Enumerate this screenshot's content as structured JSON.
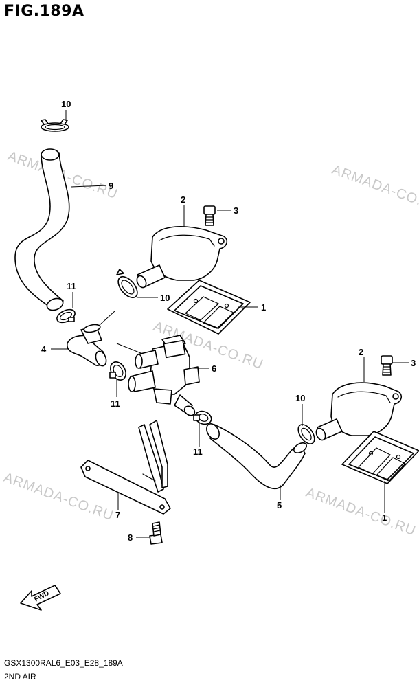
{
  "figure_title": "FIG.189A",
  "footer": {
    "model_code": "GSX1300RAL6_E03_E28_189A",
    "section_name": "2ND AIR"
  },
  "watermark_text": "ARMADA-CO.RU",
  "fwd_label": "FWD",
  "callouts": {
    "c10a": "10",
    "c9": "9",
    "c2a": "2",
    "c3a": "3",
    "c11a": "11",
    "c10b": "10",
    "c1a": "1",
    "c4": "4",
    "c6": "6",
    "c11b": "11",
    "c2b": "2",
    "c3b": "3",
    "c10c": "10",
    "c11c": "11",
    "c7": "7",
    "c5": "5",
    "c1b": "1",
    "c8": "8"
  }
}
